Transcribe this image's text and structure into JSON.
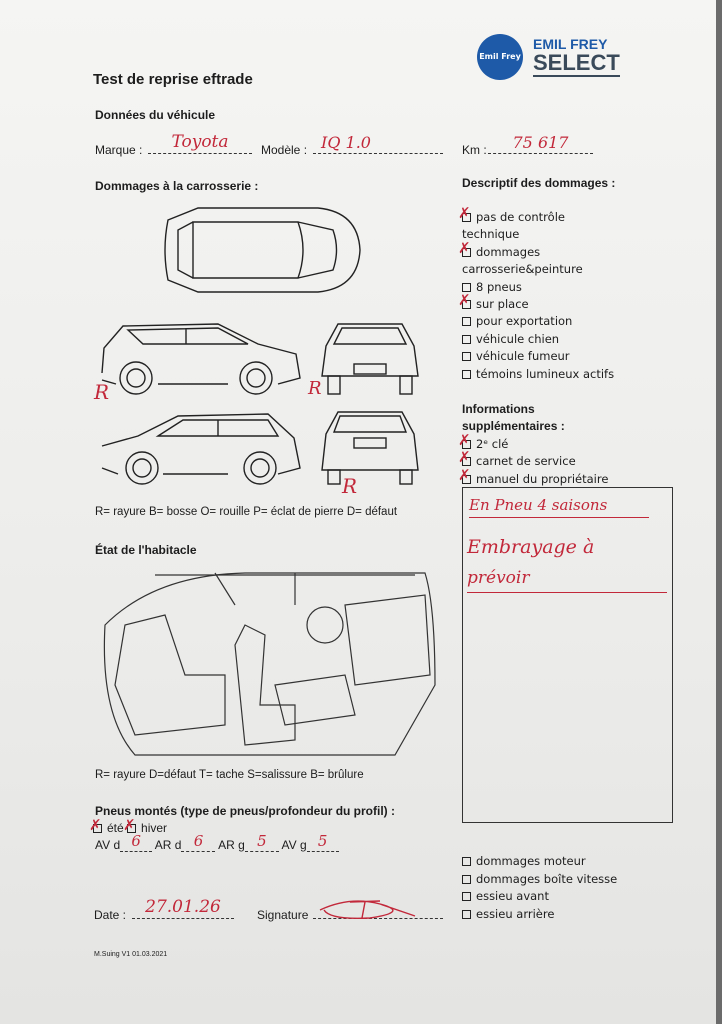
{
  "header": {
    "title": "Test de reprise eftrade",
    "logo_circle_text": "Emil Frey",
    "logo_line1": "EMIL FREY",
    "logo_line2": "SELECT"
  },
  "vehicle": {
    "section": "Données du véhicule",
    "marque_label": "Marque :",
    "marque_value": "Toyota",
    "modele_label": "Modèle :",
    "modele_value": "IQ 1.0",
    "km_label": "Km :",
    "km_value": "75 617"
  },
  "body_damage": {
    "section": "Dommages à la carrosserie :",
    "marks": [
      "R",
      "R",
      "R"
    ],
    "legend": "R= rayure B= bosse O= rouille P= éclat de pierre D= défaut"
  },
  "interior": {
    "section": "État de l'habitacle",
    "legend": "R= rayure D=défaut T= tache S=salissure B= brûlure"
  },
  "tyres": {
    "section": "Pneus montés (type de pneus/profondeur du profil) :",
    "options": [
      {
        "label": "été",
        "checked": true
      },
      {
        "label": "hiver",
        "checked": true
      }
    ],
    "depths": [
      {
        "label": "AV d",
        "value": "6"
      },
      {
        "label": "AR d",
        "value": "6"
      },
      {
        "label": "AR g",
        "value": "5"
      },
      {
        "label": "AV g",
        "value": "5"
      }
    ]
  },
  "footer": {
    "date_label": "Date :",
    "date_value": "27.01.26",
    "signature_label": "Signature",
    "version": "M.Suing V1 01.03.2021"
  },
  "damage_desc": {
    "section": "Descriptif des dommages :",
    "items": [
      {
        "label": "pas de contrôle",
        "label2": "technique",
        "checked": true
      },
      {
        "label": "dommages",
        "label2": "carrosserie&peinture",
        "checked": true
      },
      {
        "label": "8 pneus",
        "checked": false
      },
      {
        "label": "sur place",
        "checked": true
      },
      {
        "label": "pour exportation",
        "checked": false
      },
      {
        "label": "véhicule chien",
        "checked": false
      },
      {
        "label": "véhicule fumeur",
        "checked": false
      },
      {
        "label": "témoins lumineux actifs",
        "checked": false
      }
    ]
  },
  "extra_info": {
    "section1": "Informations",
    "section2": "supplémentaires :",
    "items": [
      {
        "label": "2ᵉ clé",
        "checked": true
      },
      {
        "label": "carnet de service",
        "checked": true
      },
      {
        "label": "manuel du propriétaire",
        "checked": true
      }
    ]
  },
  "notes": {
    "line1": "En Pneu 4 saisons",
    "line2": "Embrayage à",
    "line3": "prévoir"
  },
  "mechanical": {
    "items": [
      {
        "label": "dommages moteur",
        "checked": false
      },
      {
        "label": "dommages boîte vitesse",
        "checked": false
      },
      {
        "label": "essieu avant",
        "checked": false
      },
      {
        "label": "essieu arrière",
        "checked": false
      }
    ]
  }
}
